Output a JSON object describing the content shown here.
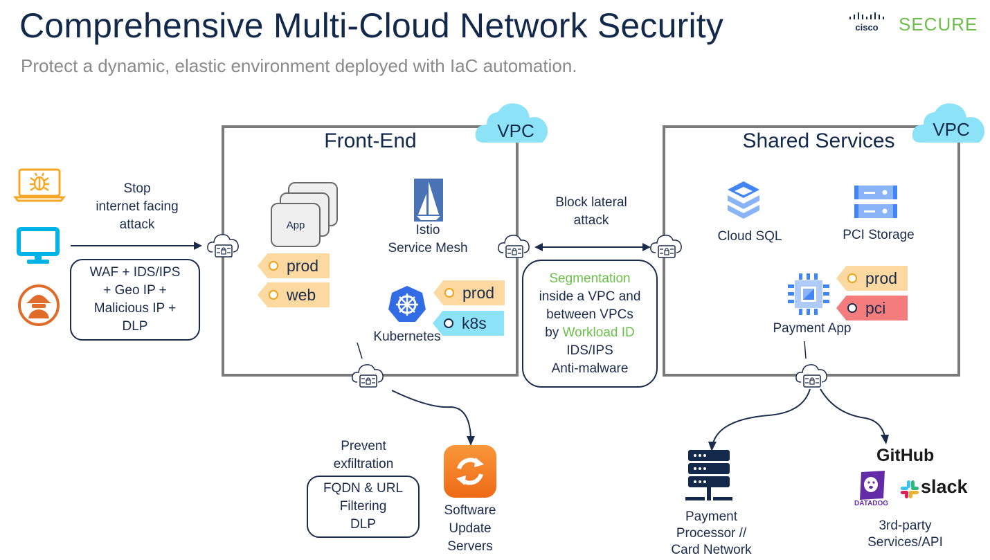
{
  "header": {
    "title": "Comprehensive Multi-Cloud Network Security",
    "subtitle": "Protect a dynamic, elastic environment deployed with IaC automation.",
    "brand": {
      "vendor": "cisco",
      "product": "SECURE",
      "product_color": "#6cc04a"
    }
  },
  "sources": {
    "icons": [
      "malware-laptop-icon",
      "desktop-monitor-icon",
      "hacker-icon"
    ],
    "arrow_label": "Stop\ninternet facing\nattack",
    "arrow_label_lines": [
      "Stop",
      "internet facing",
      "attack"
    ],
    "controls_lines": [
      "WAF + IDS/IPS",
      "+ Geo IP +",
      "Malicious IP +",
      "DLP"
    ]
  },
  "front_end": {
    "title": "Front-End",
    "vpc_label": "VPC",
    "app_label": "App",
    "app_tags": [
      {
        "label": "prod",
        "color": "#fbd9a0"
      },
      {
        "label": "web",
        "color": "#fbd9a0"
      }
    ],
    "istio_lines": [
      "Istio",
      "Service Mesh"
    ],
    "kubernetes_label": "Kubernetes",
    "k8s_tags": [
      {
        "label": "prod",
        "color": "#fbd9a0"
      },
      {
        "label": "k8s",
        "color": "#8ce3f7"
      }
    ]
  },
  "lateral": {
    "label_lines": [
      "Block lateral",
      "attack"
    ],
    "segmentation": {
      "line1_green": "Segmentation",
      "line2": "inside a VPC and",
      "line3": "between VPCs",
      "line4_prefix": "by ",
      "line4_green": "Workload ID",
      "line5": "IDS/IPS",
      "line6": "Anti-malware"
    }
  },
  "shared_services": {
    "title": "Shared Services",
    "vpc_label": "VPC",
    "cloud_sql_label": "Cloud SQL",
    "pci_storage_label": "PCI Storage",
    "payment_app_label": "Payment App",
    "payment_tags": [
      {
        "label": "prod",
        "color": "#fbd9a0"
      },
      {
        "label": "pci",
        "color": "#f47c7c"
      }
    ]
  },
  "egress": {
    "label_lines": [
      "Prevent",
      "exfiltration"
    ],
    "controls_lines": [
      "FQDN & URL",
      "Filtering",
      "DLP"
    ],
    "software_update_lines": [
      "Software",
      "Update",
      "Servers"
    ]
  },
  "payment_processor": {
    "label_lines": [
      "Payment",
      "Processor //",
      "Card Network"
    ]
  },
  "third_party": {
    "logos": {
      "github": "GitHub",
      "datadog": "DATADOG",
      "slack": "slack"
    },
    "label_lines": [
      "3rd-party",
      "Services/API"
    ]
  },
  "colors": {
    "navy": "#13294b",
    "green": "#6cc04a",
    "vpc_cloud": "#8ce3f7",
    "box_border": "#7a7a7a",
    "orange": "#f7801e"
  }
}
